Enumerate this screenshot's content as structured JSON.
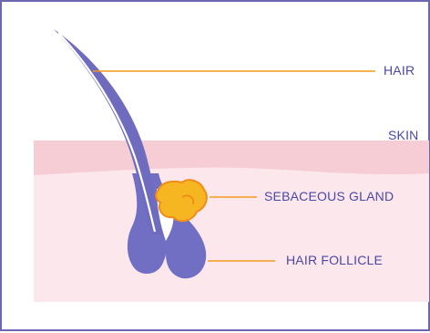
{
  "diagram": {
    "labels": {
      "hair": "HAIR",
      "skin": "SKIN",
      "sebaceous_gland": "SEBACEOUS GLAND",
      "hair_follicle": "HAIR FOLLICLE"
    },
    "colors": {
      "border": "#6b67b0",
      "label_text": "#4b47a6",
      "leader_line": "#f39a1f",
      "skin_top": "#f6cdd4",
      "skin_body": "#fce8ec",
      "hair": "#6f6cc0",
      "follicle": "#716fc4",
      "follicle_inner": "#ffffff",
      "gland_fill": "#f5b622",
      "gland_edge": "#f08d1a"
    }
  }
}
